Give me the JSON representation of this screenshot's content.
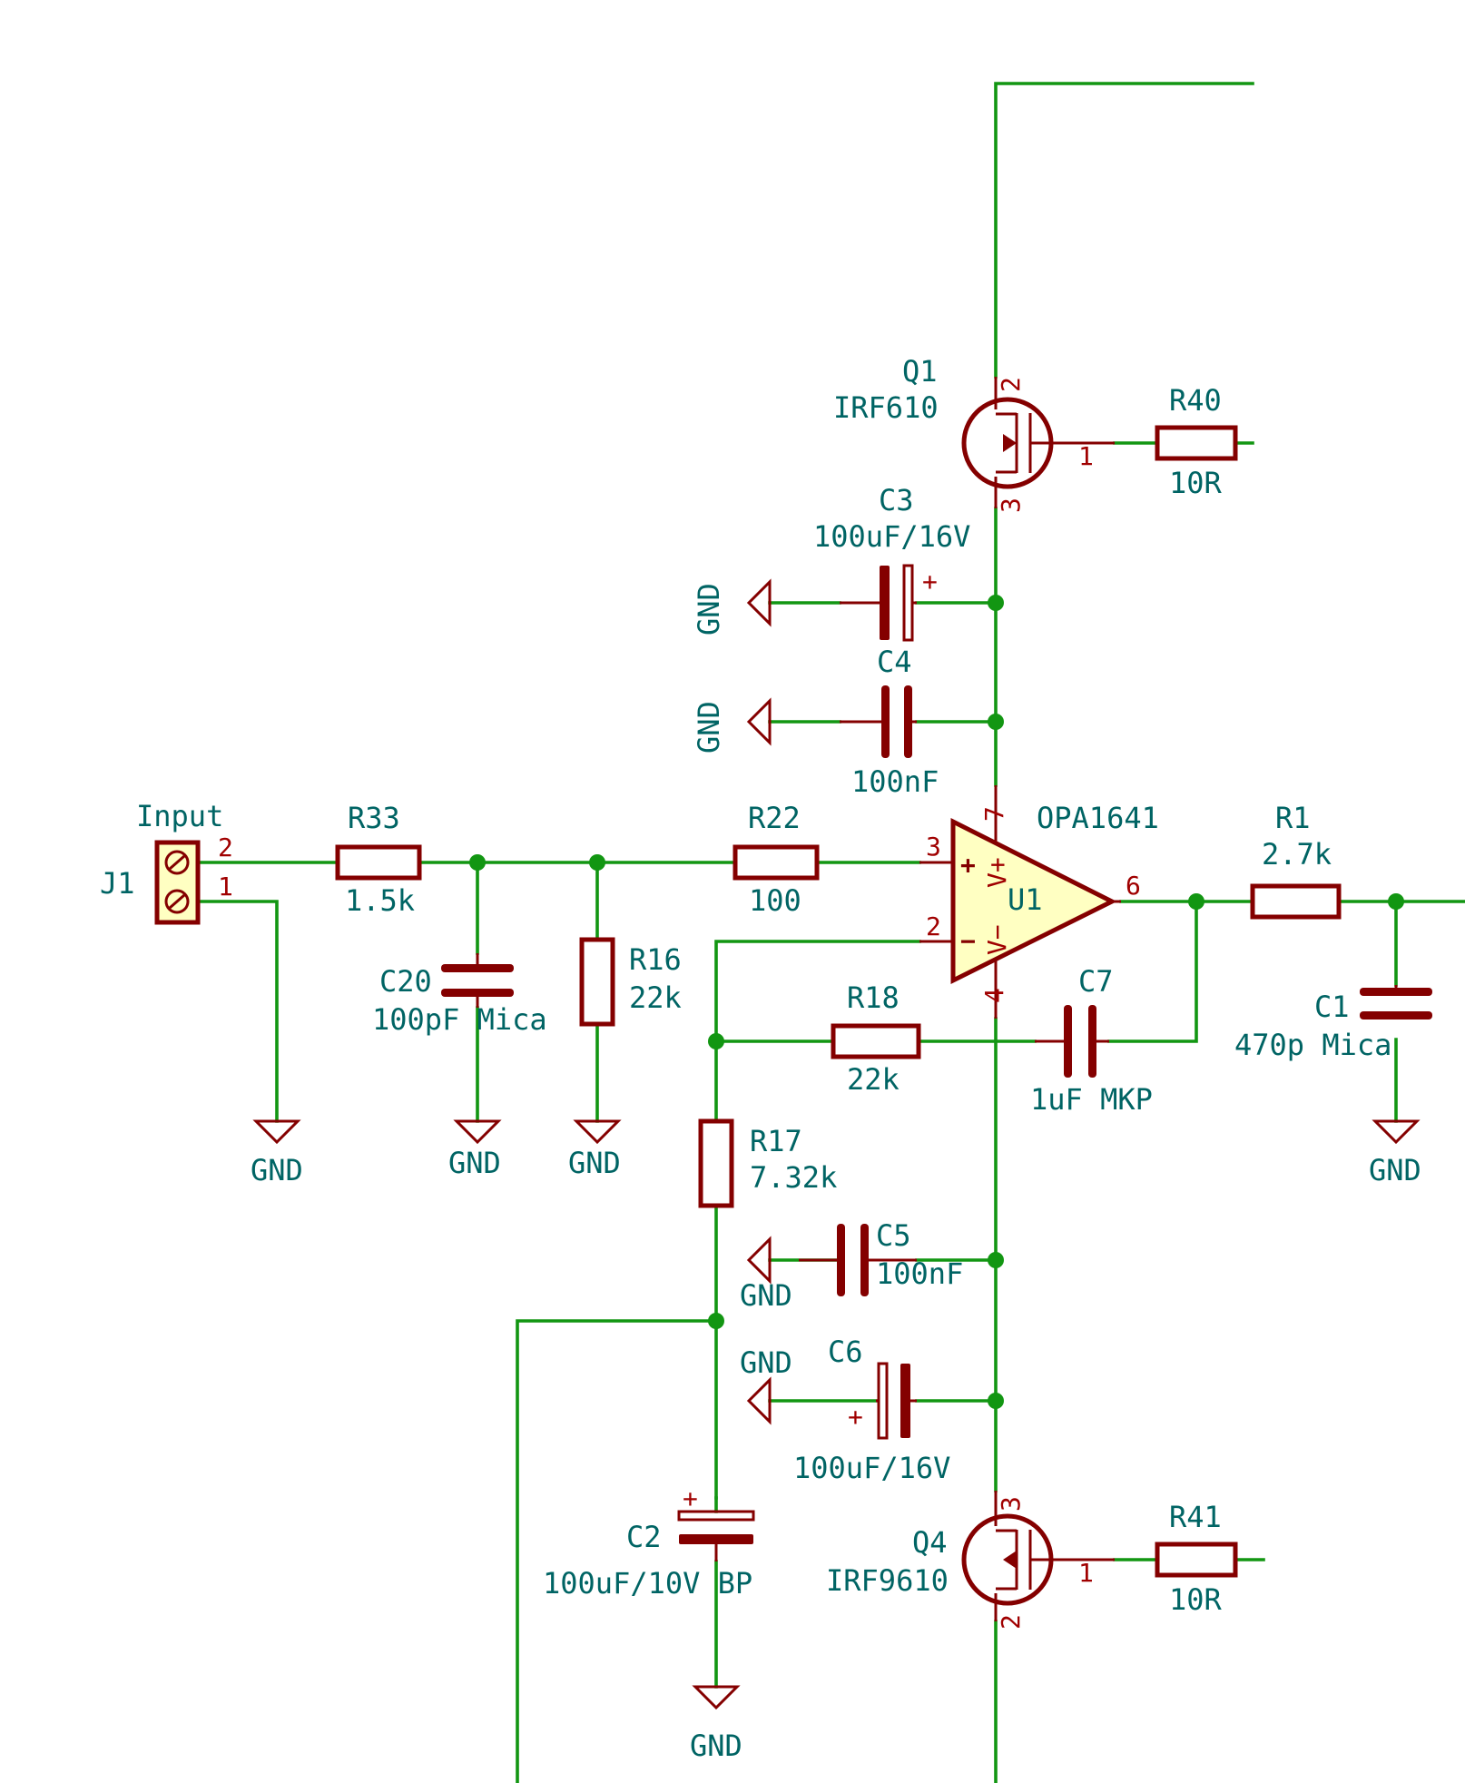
{
  "power": {
    "gnd_label": "GND"
  },
  "components": {
    "J1": {
      "ref": "J1",
      "value": "Input",
      "pin1": "1",
      "pin2": "2"
    },
    "R33": {
      "ref": "R33",
      "value": "1.5k"
    },
    "C20": {
      "ref": "C20",
      "value": "100pF Mica"
    },
    "R16": {
      "ref": "R16",
      "value": "22k"
    },
    "R22": {
      "ref": "R22",
      "value": "100"
    },
    "U1": {
      "ref": "U1",
      "value": "OPA1641",
      "pin2": "2",
      "pin3": "3",
      "pin4": "4",
      "pin6": "6",
      "pin7": "7",
      "plus": "+",
      "minus": "−",
      "vplus": "V+",
      "vminus": "V−"
    },
    "R1": {
      "ref": "R1",
      "value": "2.7k"
    },
    "C1": {
      "ref": "C1",
      "value": "470p Mica"
    },
    "R18": {
      "ref": "R18",
      "value": "22k"
    },
    "C7": {
      "ref": "C7",
      "value": "1uF MKP"
    },
    "R17": {
      "ref": "R17",
      "value": "7.32k"
    },
    "C5": {
      "ref": "C5",
      "value": "100nF"
    },
    "C6": {
      "ref": "C6",
      "value": "100uF/16V",
      "polarity": "+"
    },
    "C2": {
      "ref": "C2",
      "value": "100uF/10V BP",
      "polarity": "+"
    },
    "C3": {
      "ref": "C3",
      "value": "100uF/16V",
      "polarity": "+"
    },
    "C4": {
      "ref": "C4",
      "value": "100nF"
    },
    "Q1": {
      "ref": "Q1",
      "value": "IRF610",
      "pin1": "1",
      "pin2": "2",
      "pin3": "3"
    },
    "Q4": {
      "ref": "Q4",
      "value": "IRF9610",
      "pin1": "1",
      "pin2": "2",
      "pin3": "3"
    },
    "R40": {
      "ref": "R40",
      "value": "10R"
    },
    "R41": {
      "ref": "R41",
      "value": "10R"
    }
  },
  "colors": {
    "wire": "#129612",
    "symbol": "#840000",
    "symbol_fill": "#ffffc2",
    "text": "#006464",
    "pin_number": "#a00000",
    "background": "#ffffff"
  }
}
